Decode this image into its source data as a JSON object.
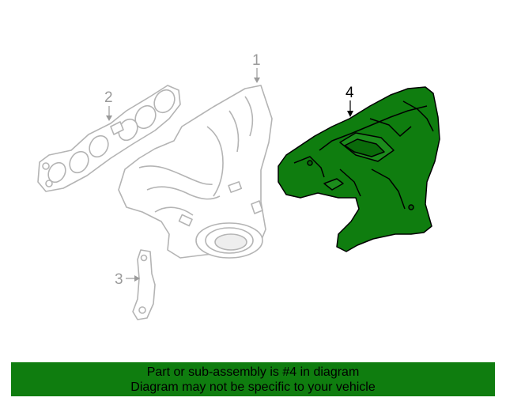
{
  "callouts": {
    "one": "1",
    "two": "2",
    "three": "3",
    "four": "4"
  },
  "highlight_color": "#0f7d0f",
  "banner": {
    "line1": "Part or sub-assembly is #4 in diagram",
    "line2": "Diagram may not be specific to your vehicle"
  }
}
